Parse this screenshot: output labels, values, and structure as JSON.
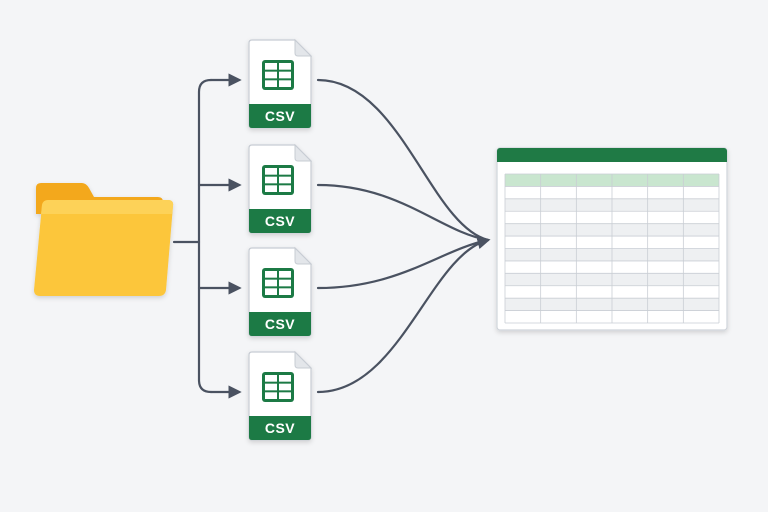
{
  "diagram": {
    "source": {
      "icon": "folder-icon"
    },
    "files": [
      {
        "label": "CSV",
        "icon": "csv-file-icon"
      },
      {
        "label": "CSV",
        "icon": "csv-file-icon"
      },
      {
        "label": "CSV",
        "icon": "csv-file-icon"
      },
      {
        "label": "CSV",
        "icon": "csv-file-icon"
      }
    ],
    "target": {
      "icon": "spreadsheet-table-icon"
    },
    "colors": {
      "background": "#f4f5f7",
      "connector": "#4a5261",
      "folder_front": "#fcc63b",
      "folder_back": "#f3a81e",
      "csv_green": "#1f7a45",
      "sheet_header": "#1f7a45",
      "sheet_header_row": "#c9e6cf"
    }
  }
}
